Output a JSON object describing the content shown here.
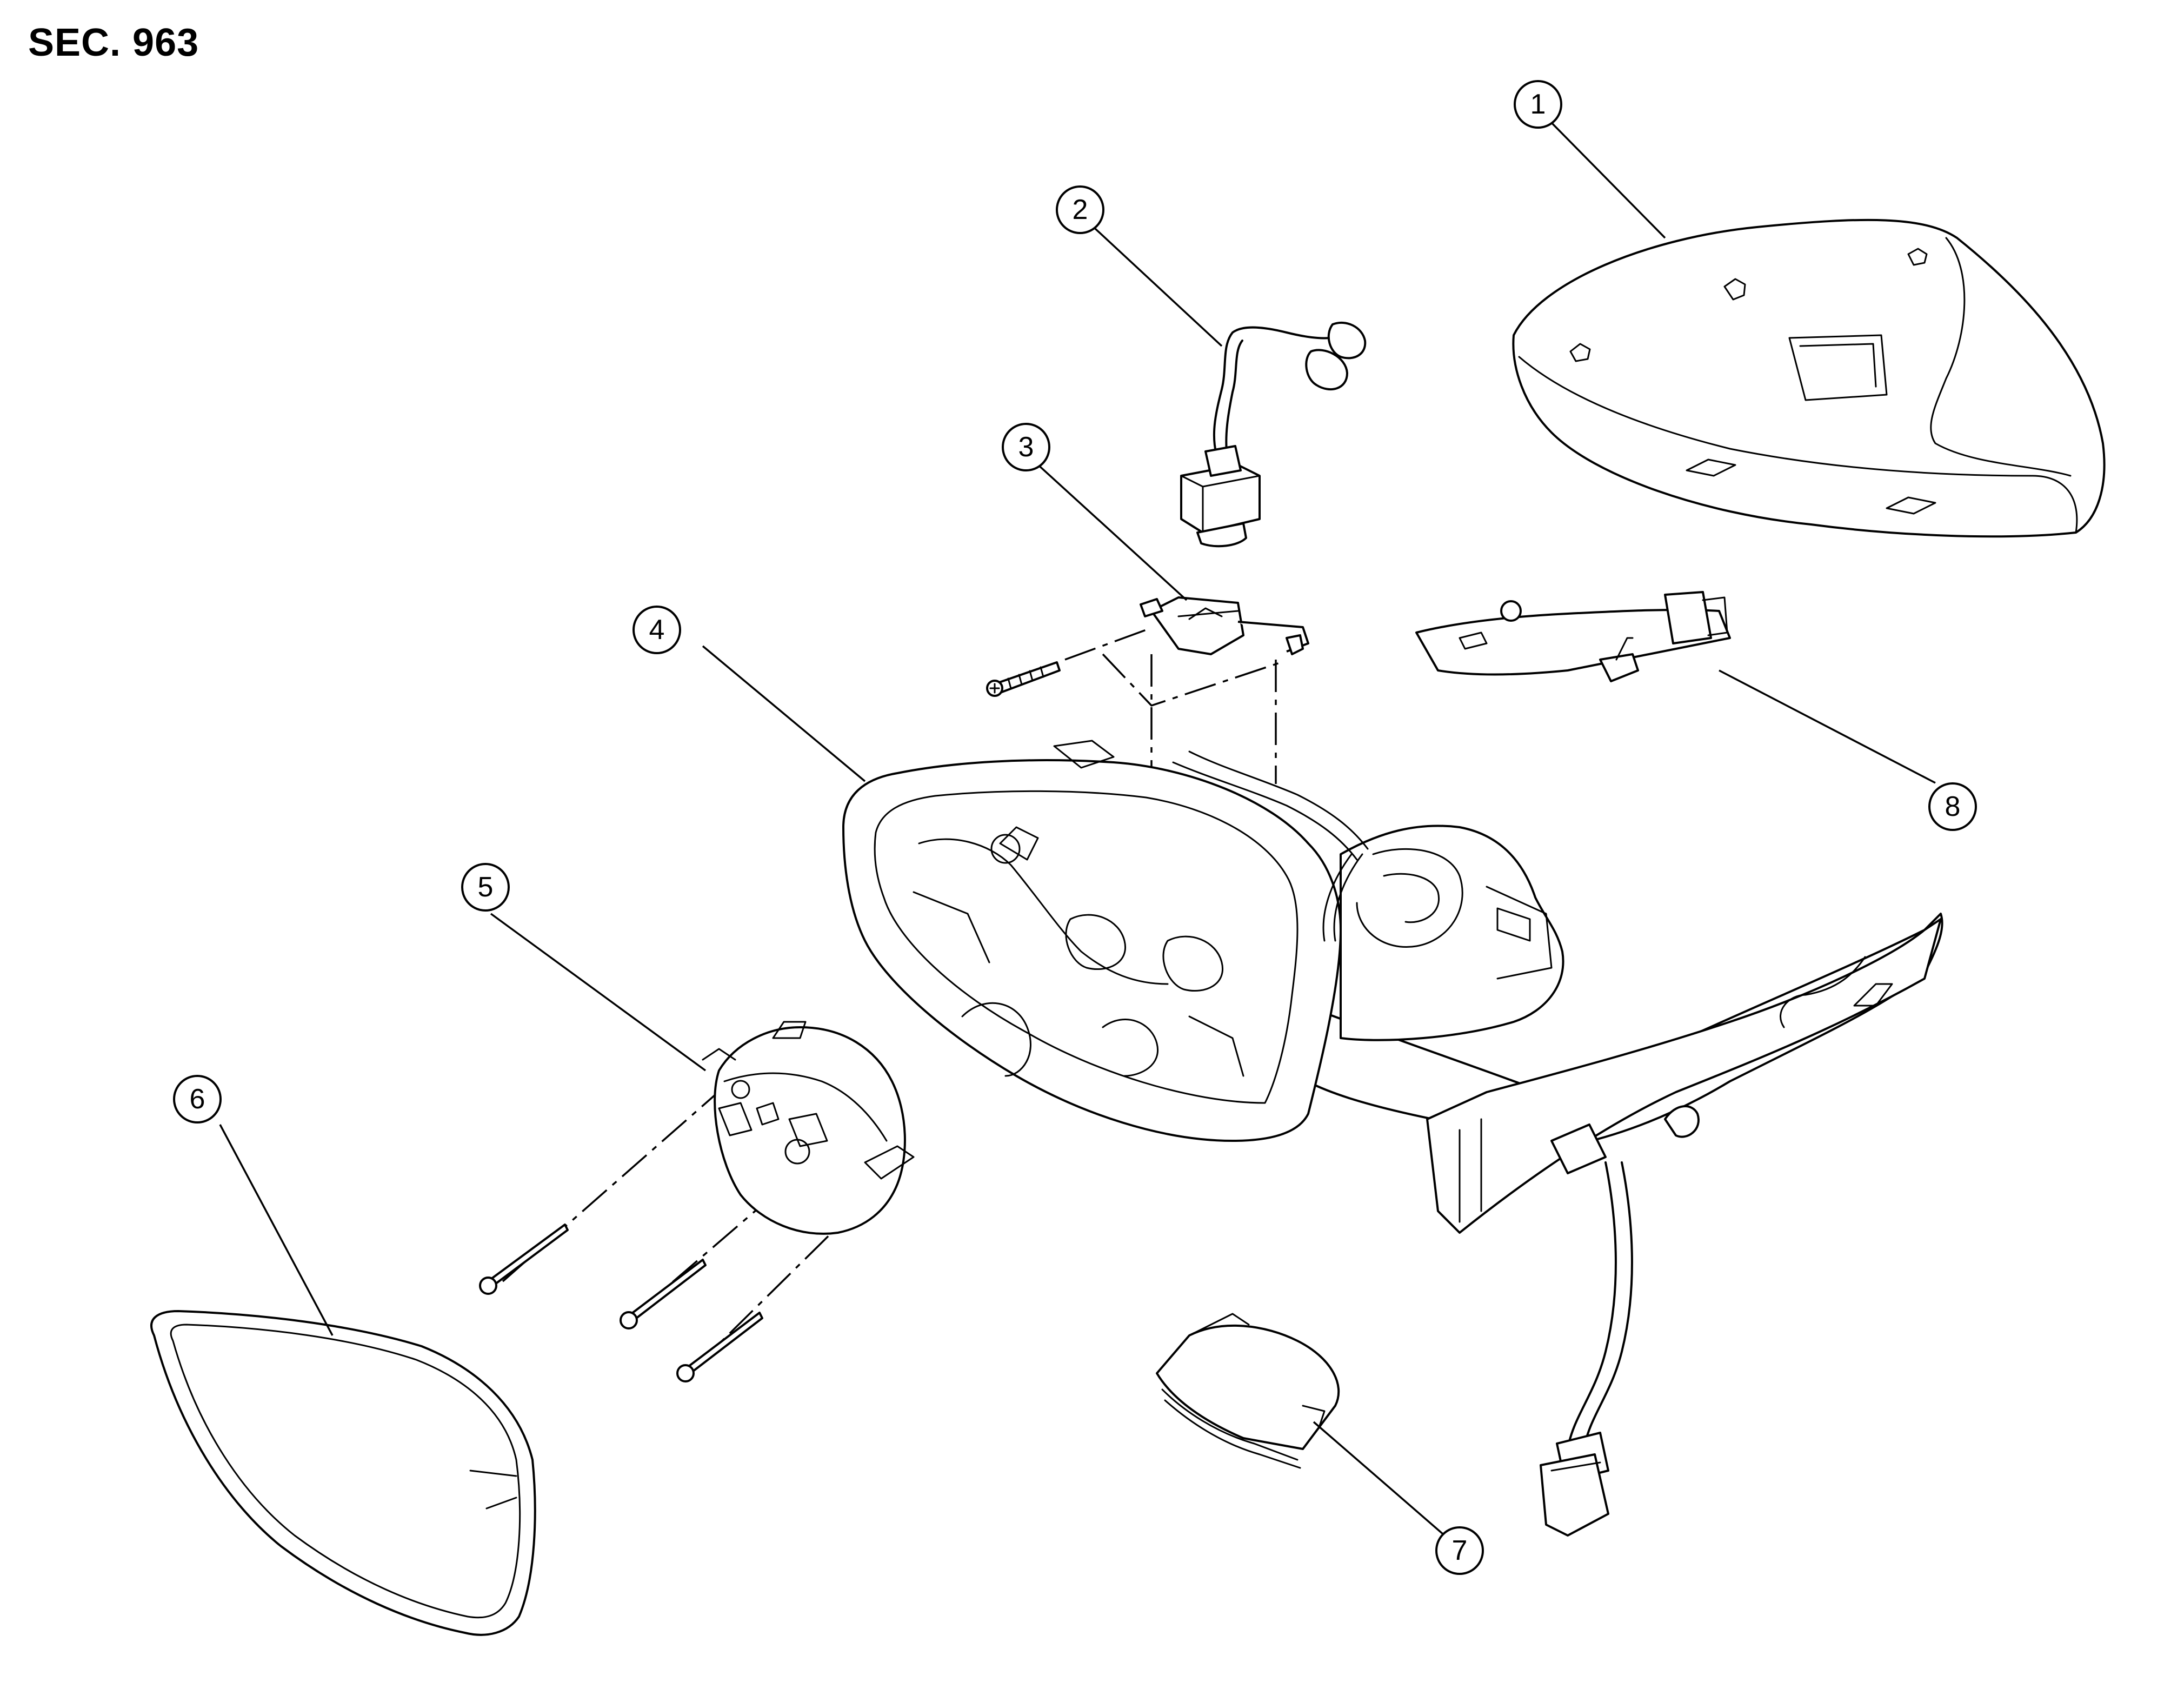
{
  "section_label": "SEC. 963",
  "callouts": [
    {
      "id": 1,
      "label": "1"
    },
    {
      "id": 2,
      "label": "2"
    },
    {
      "id": 3,
      "label": "3"
    },
    {
      "id": 4,
      "label": "4"
    },
    {
      "id": 5,
      "label": "5"
    },
    {
      "id": 6,
      "label": "6"
    },
    {
      "id": 7,
      "label": "7"
    },
    {
      "id": 8,
      "label": "8"
    }
  ]
}
